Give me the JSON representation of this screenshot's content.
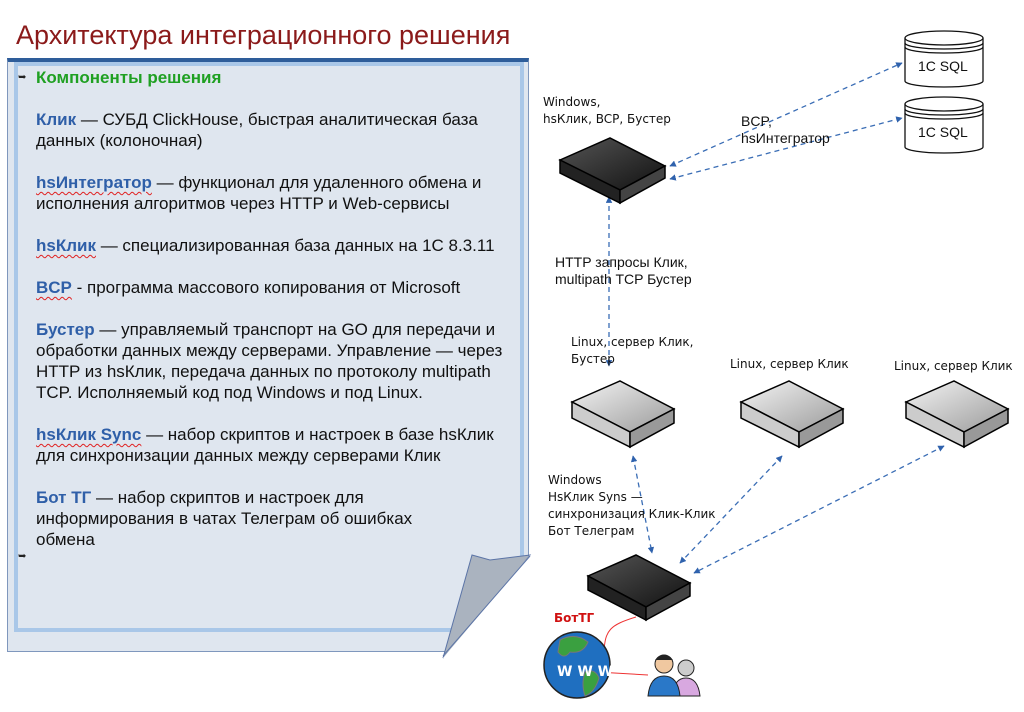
{
  "title": "Архитектура интеграционного решения",
  "panel": {
    "heading": "Компоненты решения",
    "items": [
      {
        "term": "Клик",
        "text": " — СУБД ClickHouse, быстрая аналитическая база данных (колоночная)"
      },
      {
        "term": "hsИнтегратор",
        "text": " — функционал для удаленного обмена и исполнения алгоритмов через HTTP и Web-сервисы"
      },
      {
        "term": "hsКлик",
        "text": " — специализированная база данных на 1С 8.3.11"
      },
      {
        "term": "BCP",
        "text": " -  программа массового копирования от Microsoft"
      },
      {
        "term": "Бустер",
        "text": " — управляемый транспорт на GO для передачи и обработки данных между серверами. Управление — через HTTP из hsКлик, передача данных по протоколу multipath TCP. Исполняемый код под Windows и под Linux."
      },
      {
        "term": "hsКлик Sync",
        "text": " — набор скриптов и настроек в базе hsКлик для синхронизации данных между серверами Клик"
      },
      {
        "term": "Бот ТГ",
        "text": " — набор скриптов и настроек для информирования в чатах Телеграм об ошибках обмена"
      }
    ]
  },
  "diagram": {
    "db1": "1С SQL",
    "db2": "1С SQL",
    "win_server_label_1": "Windows,",
    "win_server_label_2": "hsКлик, BCP, Бустер",
    "bcp_label_1": "BCP,",
    "bcp_label_2": "hsИнтегратор",
    "http_label_1": "HTTP запросы Клик,",
    "http_label_2": "multipath TCP Бустер",
    "linux1_label_1": "Linux, сервер Клик,",
    "linux1_label_2": "Бустер",
    "linux2_label": "Linux, сервер Клик",
    "linux3_label": "Linux, сервер Клик",
    "sync_label_1": "Windows",
    "sync_label_2": "HsКлик Syns —",
    "sync_label_3": "синхронизация Клик-Клик",
    "sync_label_4": "Бот Телеграм",
    "bot_label": "БотТГ",
    "globe_text": "W W W"
  },
  "colors": {
    "title": "#8b1a1a",
    "heading": "#1fa022",
    "term": "#2f5fa8",
    "arrow": "#3a6db5",
    "bot": "#d01010"
  }
}
